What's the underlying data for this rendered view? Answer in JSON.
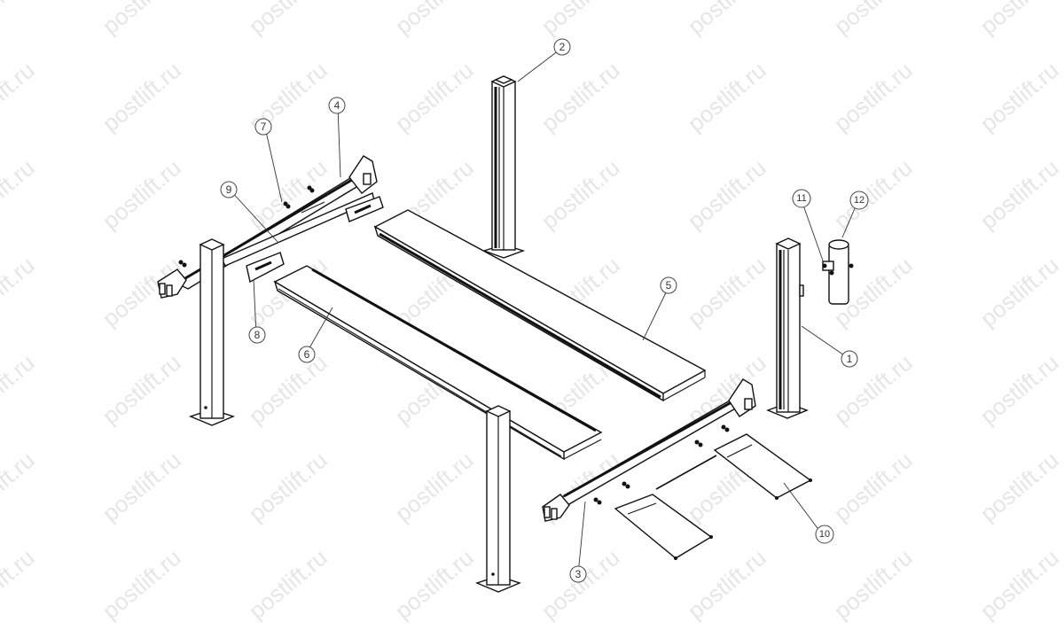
{
  "diagram": {
    "type": "exploded-view",
    "subject": "four-post car lift",
    "watermark": "postlift.ru",
    "colors": {
      "background": "#ffffff",
      "line": "#111111",
      "watermark": "#e6e6e6",
      "callout_stroke": "#444444"
    }
  },
  "callouts": [
    {
      "id": "1",
      "label": "1",
      "part": "post (front right)"
    },
    {
      "id": "2",
      "label": "2",
      "part": "post (rear right)"
    },
    {
      "id": "3",
      "label": "3",
      "part": "front crossbeam"
    },
    {
      "id": "4",
      "label": "4",
      "part": "rear crossbeam"
    },
    {
      "id": "5",
      "label": "5",
      "part": "runway platform (right)"
    },
    {
      "id": "6",
      "label": "6",
      "part": "runway platform (left)"
    },
    {
      "id": "7",
      "label": "7",
      "part": "bolt"
    },
    {
      "id": "8",
      "label": "8",
      "part": "mounting plate"
    },
    {
      "id": "9",
      "label": "9",
      "part": "slide rail"
    },
    {
      "id": "10",
      "label": "10",
      "part": "approach ramps"
    },
    {
      "id": "11",
      "label": "11",
      "part": "pump bracket"
    },
    {
      "id": "12",
      "label": "12",
      "part": "hydraulic power unit"
    }
  ]
}
